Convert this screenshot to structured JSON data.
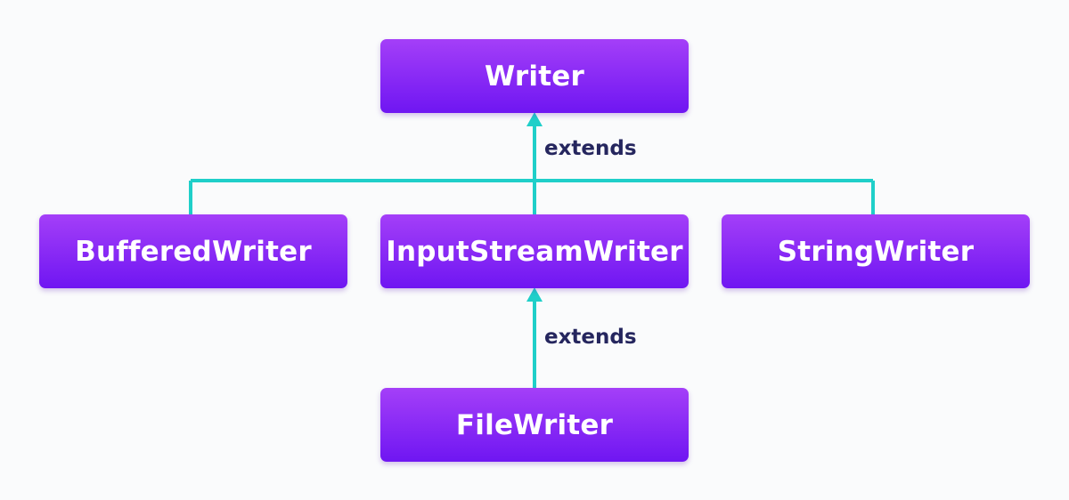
{
  "nodes": {
    "writer": "Writer",
    "buffered_writer": "BufferedWriter",
    "input_stream_writer": "InputStreamWriter",
    "string_writer": "StringWriter",
    "file_writer": "FileWriter"
  },
  "edges": {
    "extends_1": "extends",
    "extends_2": "extends"
  },
  "colors": {
    "node_top": "#a43ff8",
    "node_bottom": "#6f16f2",
    "connector": "#1fcfc9",
    "label_text": "#25265e",
    "background": "#fafbfc"
  }
}
